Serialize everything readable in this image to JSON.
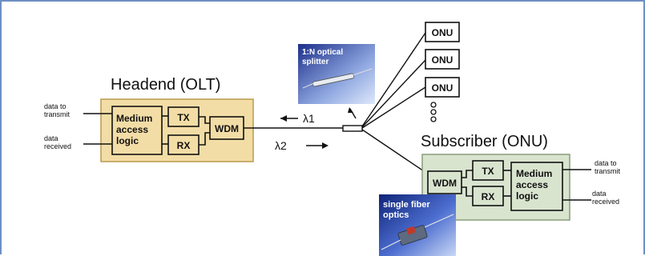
{
  "headend": {
    "title": "Headend (OLT)",
    "mac_line1": "Medium",
    "mac_line2": "access",
    "mac_line3": "logic",
    "tx": "TX",
    "rx": "RX",
    "wdm": "WDM",
    "in_line1": "data to",
    "in_line2": "transmit",
    "out_line1": "data",
    "out_line2": "received"
  },
  "subscriber": {
    "title": "Subscriber (ONU)",
    "mac_line1": "Medium",
    "mac_line2": "access",
    "mac_line3": "logic",
    "tx": "TX",
    "rx": "RX",
    "wdm": "WDM",
    "out_line1": "data to",
    "out_line2": "transmit",
    "in_line1": "data",
    "in_line2": "received"
  },
  "wavelengths": {
    "lambda1": "λ1",
    "lambda2": "λ2"
  },
  "splitter": {
    "line1": "1:N optical",
    "line2": "splitter"
  },
  "onus": [
    "ONU",
    "ONU",
    "ONU"
  ],
  "fiber_photo": {
    "line1": "single fiber",
    "line2": "optics"
  },
  "colors": {
    "headend_fill": "#f3dda6",
    "subscriber_fill": "#d9e4cf",
    "frame": "#6e8fc4",
    "photo_bg": "#1b2f86"
  }
}
